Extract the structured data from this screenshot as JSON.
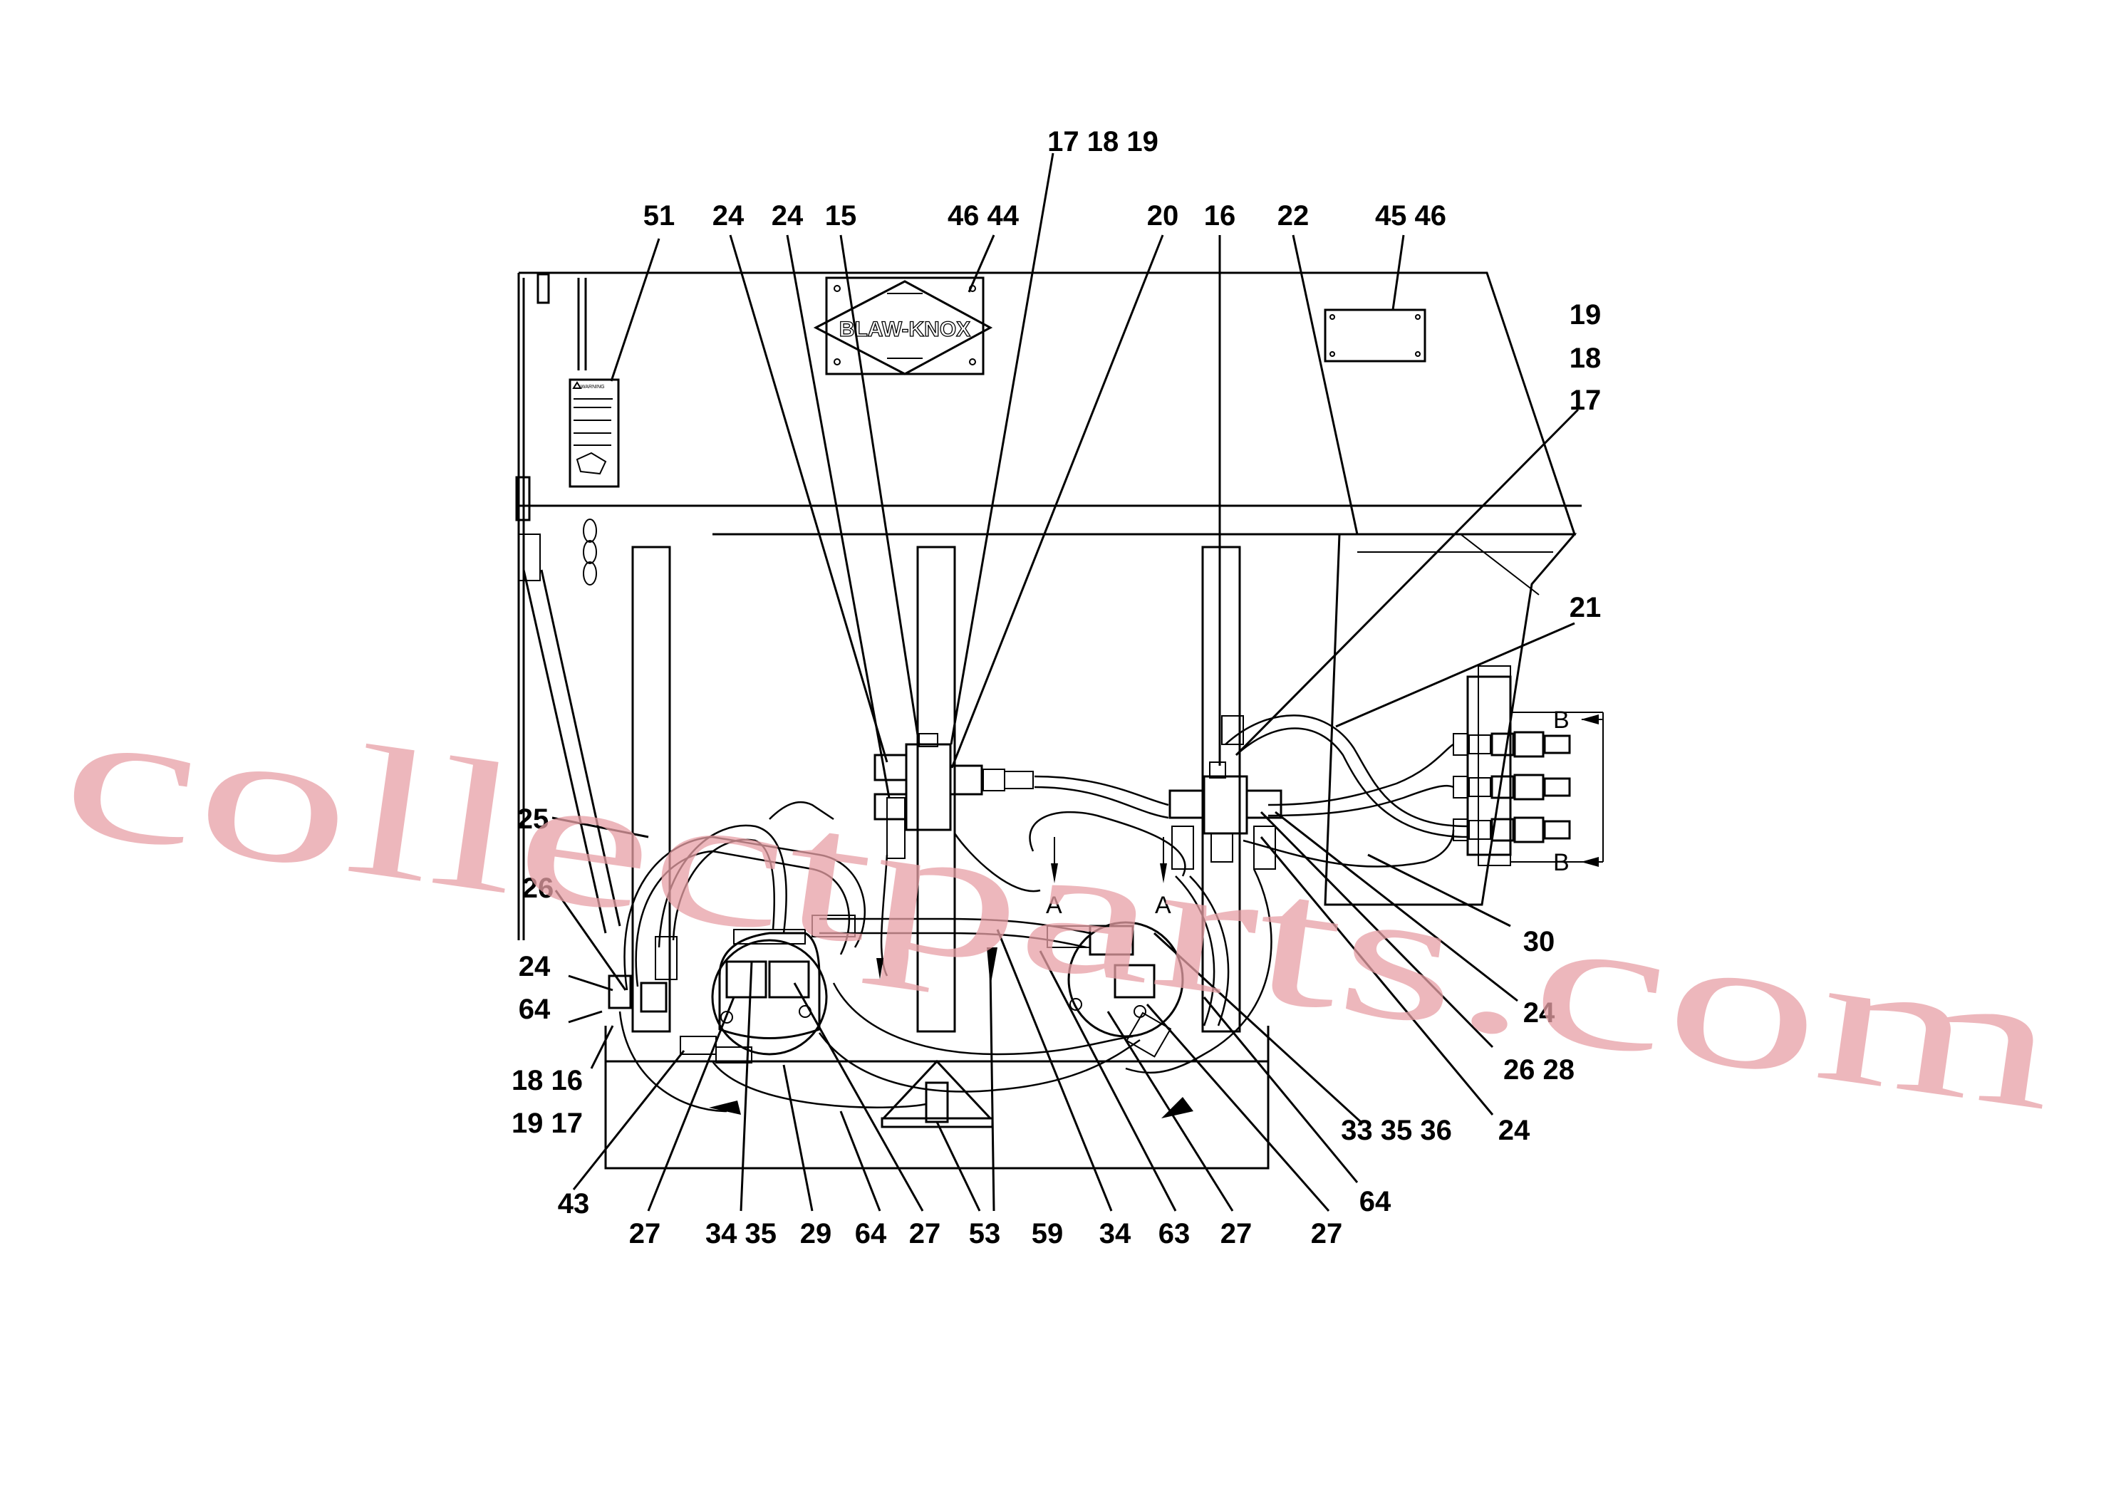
{
  "callouts": [
    {
      "id": "c1",
      "text": "17 18 19"
    },
    {
      "id": "c2",
      "text": "51"
    },
    {
      "id": "c3",
      "text": "24"
    },
    {
      "id": "c4",
      "text": "24"
    },
    {
      "id": "c5",
      "text": "15"
    },
    {
      "id": "c6",
      "text": "46 44"
    },
    {
      "id": "c7",
      "text": "20"
    },
    {
      "id": "c8",
      "text": "16"
    },
    {
      "id": "c9",
      "text": "22"
    },
    {
      "id": "c10",
      "text": "45 46"
    },
    {
      "id": "c11",
      "text": "19"
    },
    {
      "id": "c12",
      "text": "18"
    },
    {
      "id": "c13",
      "text": "17"
    },
    {
      "id": "c14",
      "text": "21"
    },
    {
      "id": "c15",
      "text": "25"
    },
    {
      "id": "c16",
      "text": "26"
    },
    {
      "id": "c17",
      "text": "24"
    },
    {
      "id": "c18",
      "text": "64"
    },
    {
      "id": "c19",
      "text": "18 16"
    },
    {
      "id": "c20",
      "text": "19 17"
    },
    {
      "id": "c21",
      "text": "43"
    },
    {
      "id": "c22",
      "text": "30"
    },
    {
      "id": "c23",
      "text": "24"
    },
    {
      "id": "c24",
      "text": "26 28"
    },
    {
      "id": "c25",
      "text": "33 35 36"
    },
    {
      "id": "c26",
      "text": "24"
    },
    {
      "id": "c27",
      "text": "64"
    },
    {
      "id": "c28",
      "text": "27"
    },
    {
      "id": "c29",
      "text": "34 35"
    },
    {
      "id": "c30",
      "text": "29"
    },
    {
      "id": "c31",
      "text": "64"
    },
    {
      "id": "c32",
      "text": "27"
    },
    {
      "id": "c33",
      "text": "53"
    },
    {
      "id": "c34",
      "text": "59"
    },
    {
      "id": "c35",
      "text": "34"
    },
    {
      "id": "c36",
      "text": "63"
    },
    {
      "id": "c37",
      "text": "27"
    },
    {
      "id": "c38",
      "text": "27"
    }
  ],
  "section_marks": {
    "a_left": "A",
    "a_right": "A",
    "b_top": "B",
    "b_bottom": "B"
  },
  "logo_text": "BLAW-KNOX",
  "warning_decal": {
    "heading": "WARNING"
  },
  "watermark": "collectparts.com",
  "colors": {
    "line": "#000000",
    "background": "#ffffff",
    "watermark": "#e8a0a6"
  }
}
